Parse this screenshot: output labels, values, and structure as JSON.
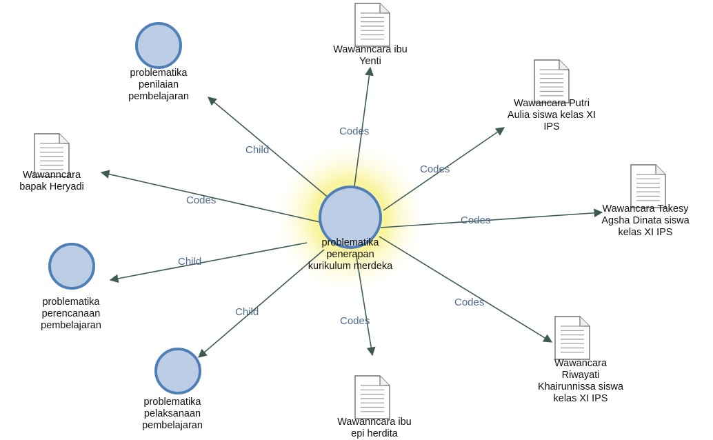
{
  "center": {
    "label": "problematika\npenerapan\nkurikulum merdeka"
  },
  "nodes": [
    {
      "id": "n1",
      "kind": "doc",
      "label": "Wawanncara ibu\nYenti",
      "edge_label": "Codes"
    },
    {
      "id": "n2",
      "kind": "doc",
      "label": "Wawancara Putri\nAulia siswa kelas XI\nIPS",
      "edge_label": "Codes"
    },
    {
      "id": "n3",
      "kind": "doc",
      "label": "Wawancara Takesy\nAgsha Dinata siswa\nkelas XI IPS",
      "edge_label": "Codes"
    },
    {
      "id": "n4",
      "kind": "doc",
      "label": "Wawancara\nRiwayati\nKhairunnissa siswa\nkelas XI IPS",
      "edge_label": "Codes"
    },
    {
      "id": "n5",
      "kind": "doc",
      "label": "Wawanncara ibu\nepi herdita",
      "edge_label": "Codes"
    },
    {
      "id": "n6",
      "kind": "node",
      "label": "problematika\npelaksanaan\npembelajaran",
      "edge_label": "Child"
    },
    {
      "id": "n7",
      "kind": "node",
      "label": "problematika\nperencanaan\npembelajaran",
      "edge_label": "Child"
    },
    {
      "id": "n8",
      "kind": "doc",
      "label": "Wawanncara\nbapak Heryadi",
      "edge_label": "Codes"
    },
    {
      "id": "n9",
      "kind": "node",
      "label": "problematika\npenilaian\npembelajaran",
      "edge_label": "Child"
    }
  ],
  "colors": {
    "edge": "#3d5a55",
    "edge_label": "#4e6a8c",
    "node_fill": "#bccde6",
    "node_stroke": "#4f7fb6",
    "glow": "#f6f27a",
    "doc_line": "#9a9a9a"
  }
}
